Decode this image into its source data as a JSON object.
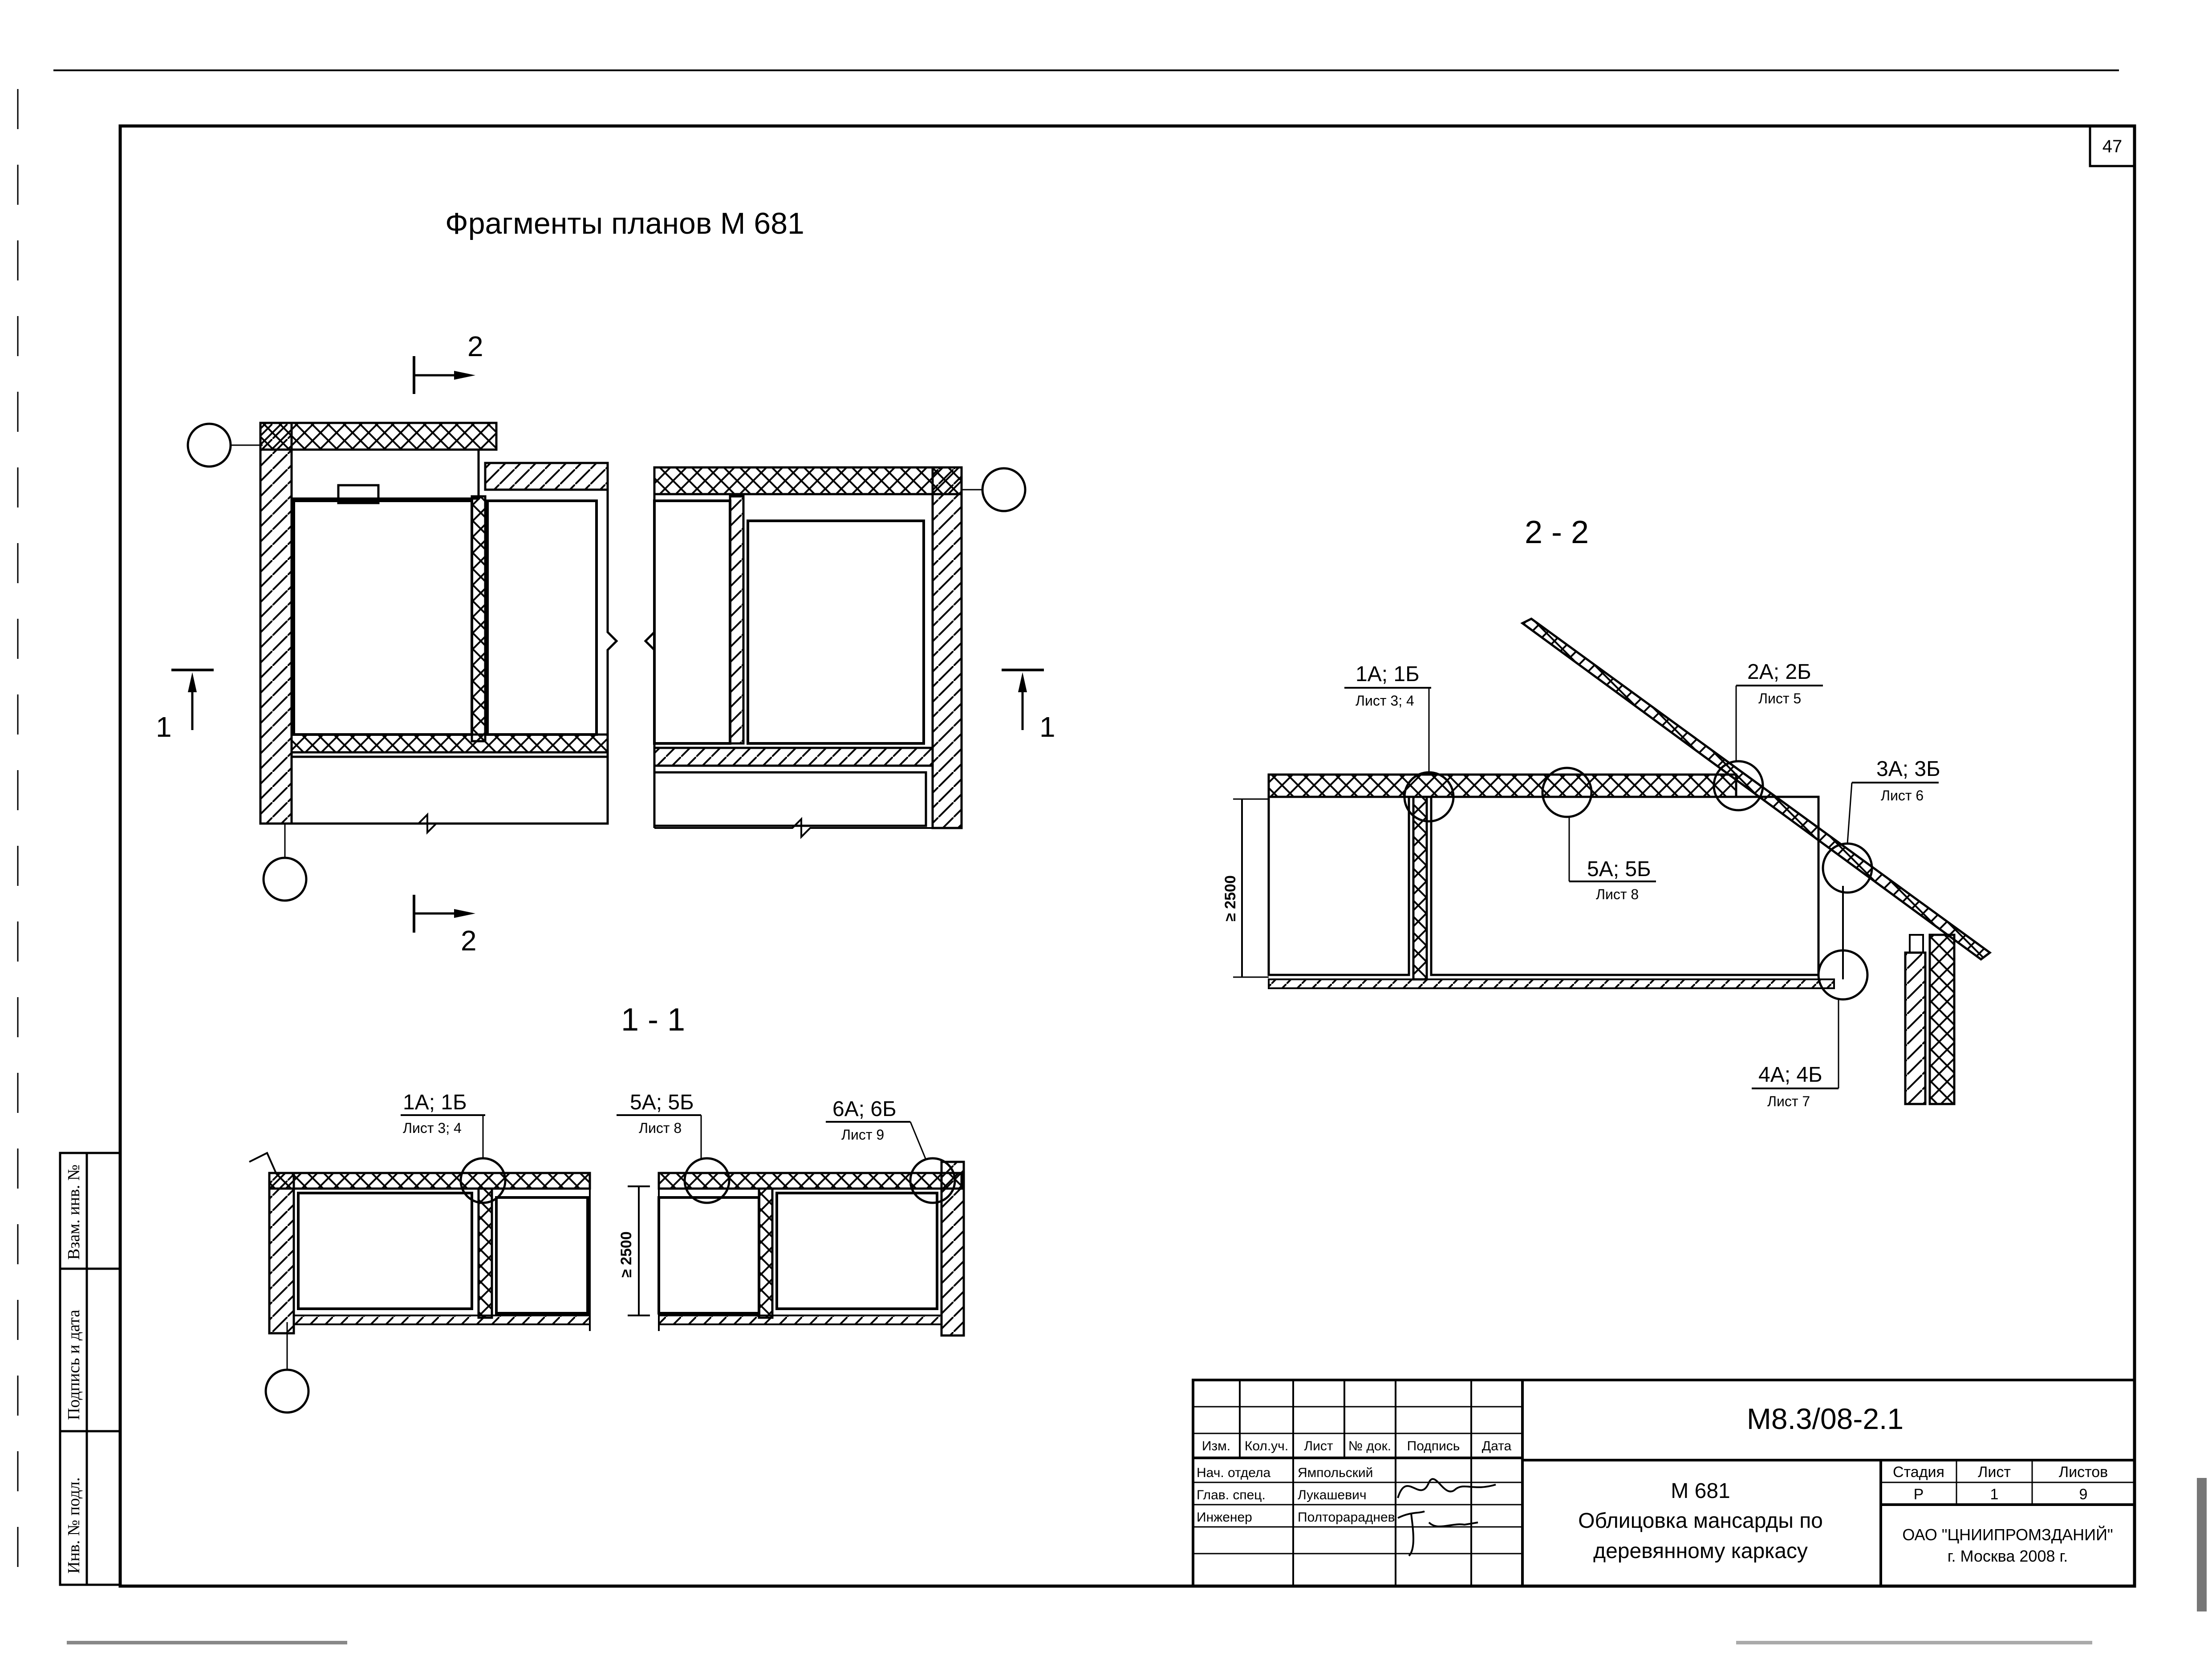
{
  "sheet": {
    "page_number": "47",
    "title": "Фрагменты планов М 681"
  },
  "plan": {
    "section_marks": {
      "cut_2": "2",
      "cut_1": "1"
    }
  },
  "section_1_1": {
    "title": "1 - 1",
    "height_dim": "≥ 2500",
    "callouts": [
      {
        "node": "1А; 1Б",
        "sheet": "Лист 3; 4"
      },
      {
        "node": "5А; 5Б",
        "sheet": "Лист 8"
      },
      {
        "node": "6А; 6Б",
        "sheet": "Лист 9"
      }
    ]
  },
  "section_2_2": {
    "title": "2 - 2",
    "height_dim": "≥ 2500",
    "callouts": [
      {
        "node": "1А; 1Б",
        "sheet": "Лист 3; 4"
      },
      {
        "node": "2А; 2Б",
        "sheet": "Лист 5"
      },
      {
        "node": "3А; 3Б",
        "sheet": "Лист 6"
      },
      {
        "node": "5А; 5Б",
        "sheet": "Лист 8"
      },
      {
        "node": "4А; 4Б",
        "sheet": "Лист 7"
      }
    ]
  },
  "side_stamp": {
    "cells": [
      "Взам. инв. №",
      "Подпись и дата",
      "Инв. № подл."
    ]
  },
  "title_block": {
    "code": "М8.3/08-2.1",
    "header_cols": [
      "Изм.",
      "Кол.уч.",
      "Лист",
      "№ док.",
      "Подпись",
      "Дата"
    ],
    "roles": [
      {
        "role": "Нач. отдела",
        "name": "Ямпольский"
      },
      {
        "role": "Глав. спец.",
        "name": "Лукашевич"
      },
      {
        "role": "Инженер",
        "name": "Полторараднев"
      }
    ],
    "doc_title": [
      "М 681",
      "Облицовка мансарды по",
      "деревянному каркасу"
    ],
    "stage_header": [
      "Стадия",
      "Лист",
      "Листов"
    ],
    "stage_values": [
      "Р",
      "1",
      "9"
    ],
    "org": [
      "ОАО \"ЦНИИПРОМЗДАНИЙ\"",
      "г. Москва  2008 г."
    ]
  }
}
